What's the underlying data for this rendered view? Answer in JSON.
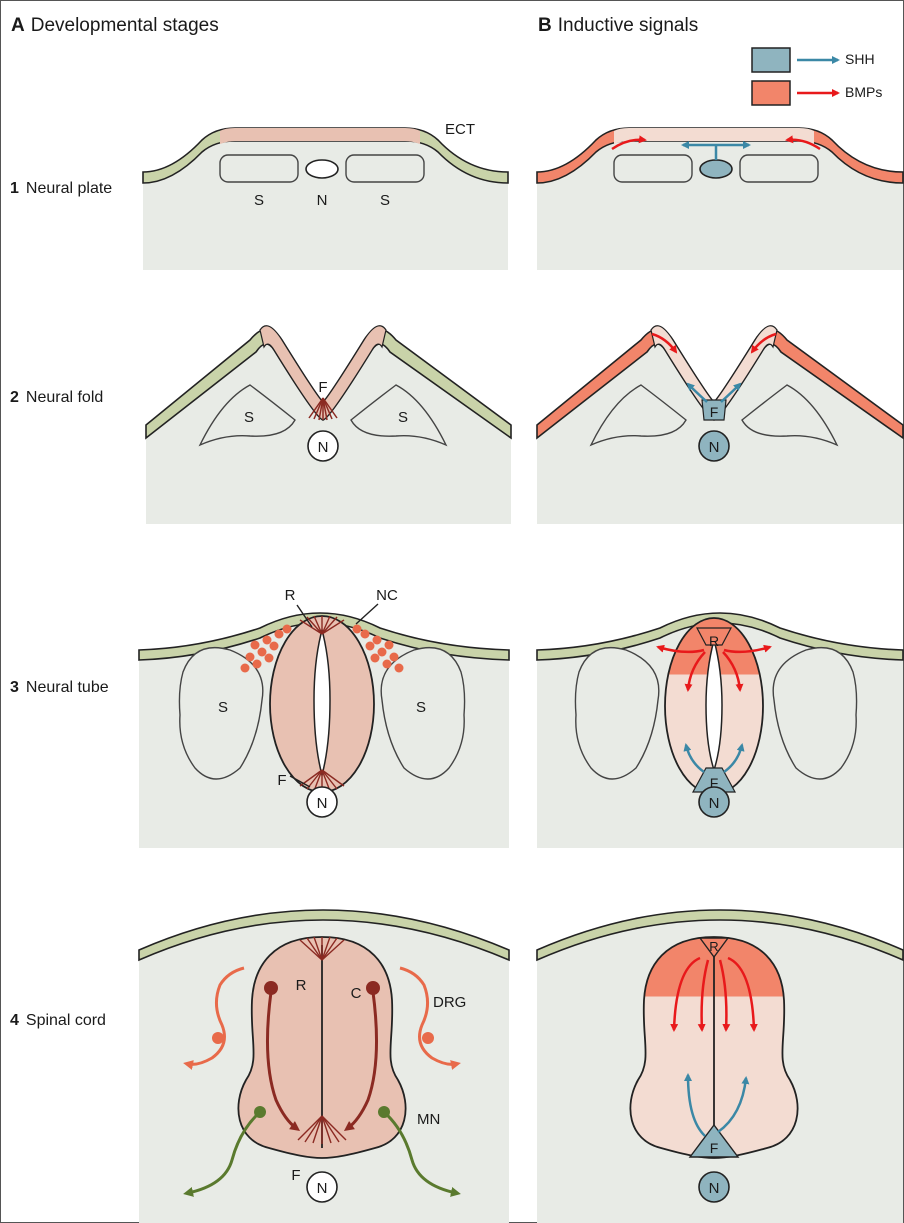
{
  "panels": {
    "a": {
      "letter": "A",
      "title": "Developmental stages"
    },
    "b": {
      "letter": "B",
      "title": "Inductive signals"
    }
  },
  "legend": [
    {
      "label": "SHH",
      "color": "#8fb4bf",
      "arrow_color": "#3b88a6"
    },
    {
      "label": "BMPs",
      "color": "#f2856a",
      "arrow_color": "#e8191b"
    }
  ],
  "stages": [
    {
      "number": "1",
      "label": "Neural plate"
    },
    {
      "number": "2",
      "label": "Neural fold"
    },
    {
      "number": "3",
      "label": "Neural tube"
    },
    {
      "number": "4",
      "label": "Spinal cord"
    }
  ],
  "annotations": {
    "somite": "S",
    "notochord": "N",
    "ectoderm": "ECT",
    "floor_plate": "F",
    "roof_plate": "R",
    "neural_crest": "NC",
    "commissural": "C",
    "drg": "DRG",
    "motor_neuron": "MN"
  },
  "colors": {
    "background": "#e8ebe6",
    "ectoderm": "#c9d3a9",
    "neural_tissue": "#e8c1b2",
    "neural_light": "#f3dcd2",
    "bmp": "#f2856a",
    "shh": "#8fb4bf",
    "plate_rays": "#8b2a22",
    "motor_neuron": "#5a7a2e",
    "drg_neuron": "#e86a4a"
  }
}
